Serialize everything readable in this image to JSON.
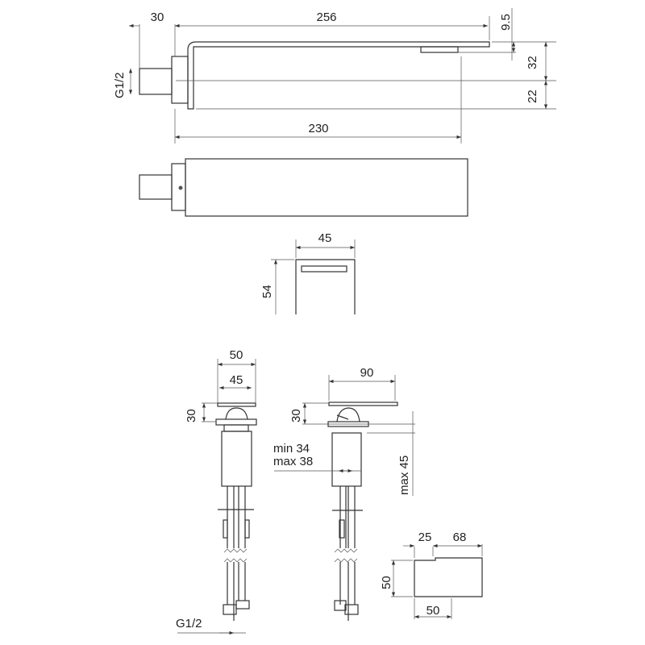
{
  "drawing": {
    "side_view": {
      "inlet_length": "30",
      "spout_length": "256",
      "spout_tip": "9.5",
      "height_upper": "32",
      "height_lower": "22",
      "body_length": "230",
      "inlet_thread": "G1/2"
    },
    "front_view": {
      "width": "45",
      "height": "54"
    },
    "handle_view_left": {
      "outer_width": "50",
      "inner_width": "45",
      "height": "30",
      "inlet_thread": "G1/2"
    },
    "handle_view_right": {
      "lever_length": "90",
      "height": "30",
      "hole_min": "min 34",
      "hole_max": "max 38",
      "deck_max": "max 45"
    },
    "lever_detail": {
      "offset": "25",
      "length": "68",
      "height": "50",
      "base": "50"
    }
  }
}
